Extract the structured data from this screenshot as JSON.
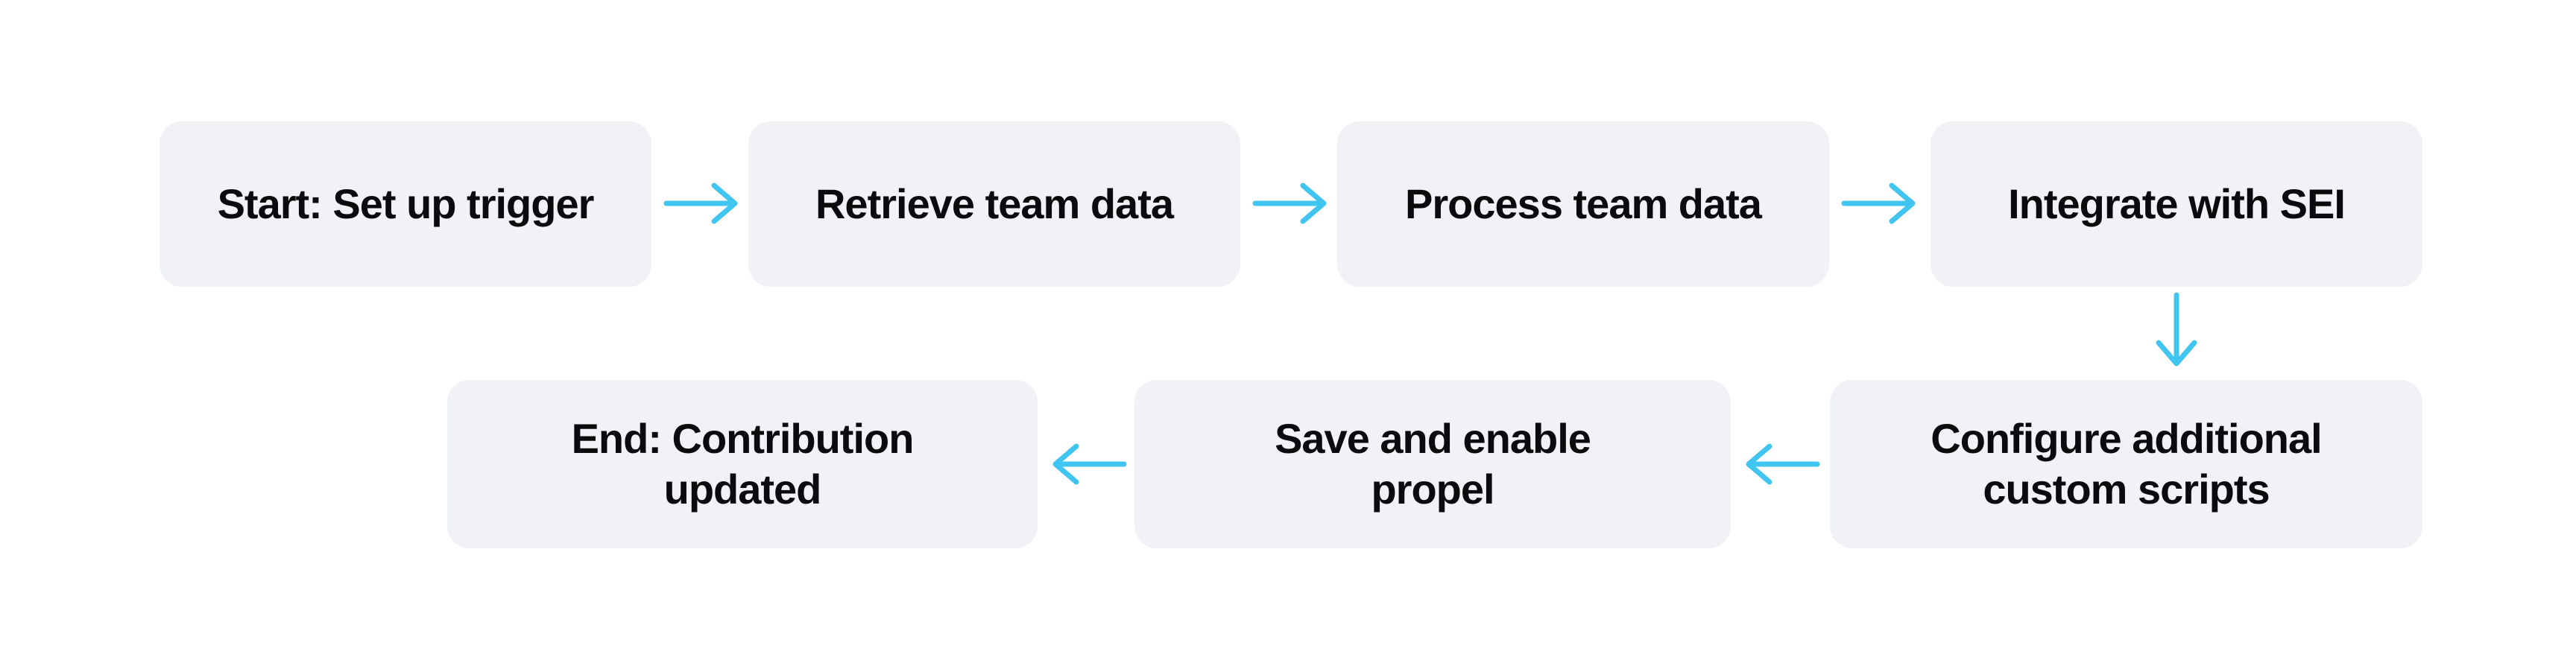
{
  "colors": {
    "background": "#ffffff",
    "node_fill": "#f1f2f6",
    "node_text": "#0a0b0d",
    "arrow": "#40c4f0"
  },
  "nodes": [
    {
      "id": "start",
      "label": "Start: Set up trigger"
    },
    {
      "id": "retrieve",
      "label": "Retrieve team data"
    },
    {
      "id": "process",
      "label": "Process team data"
    },
    {
      "id": "integrate",
      "label": "Integrate with SEI"
    },
    {
      "id": "configure",
      "label": "Configure additional\ncustom scripts"
    },
    {
      "id": "save",
      "label": "Save and enable\npropel"
    },
    {
      "id": "end",
      "label": "End: Contribution\nupdated"
    }
  ],
  "edges": [
    {
      "from": "start",
      "to": "retrieve",
      "direction": "right"
    },
    {
      "from": "retrieve",
      "to": "process",
      "direction": "right"
    },
    {
      "from": "process",
      "to": "integrate",
      "direction": "right"
    },
    {
      "from": "integrate",
      "to": "configure",
      "direction": "down"
    },
    {
      "from": "configure",
      "to": "save",
      "direction": "left"
    },
    {
      "from": "save",
      "to": "end",
      "direction": "left"
    }
  ]
}
